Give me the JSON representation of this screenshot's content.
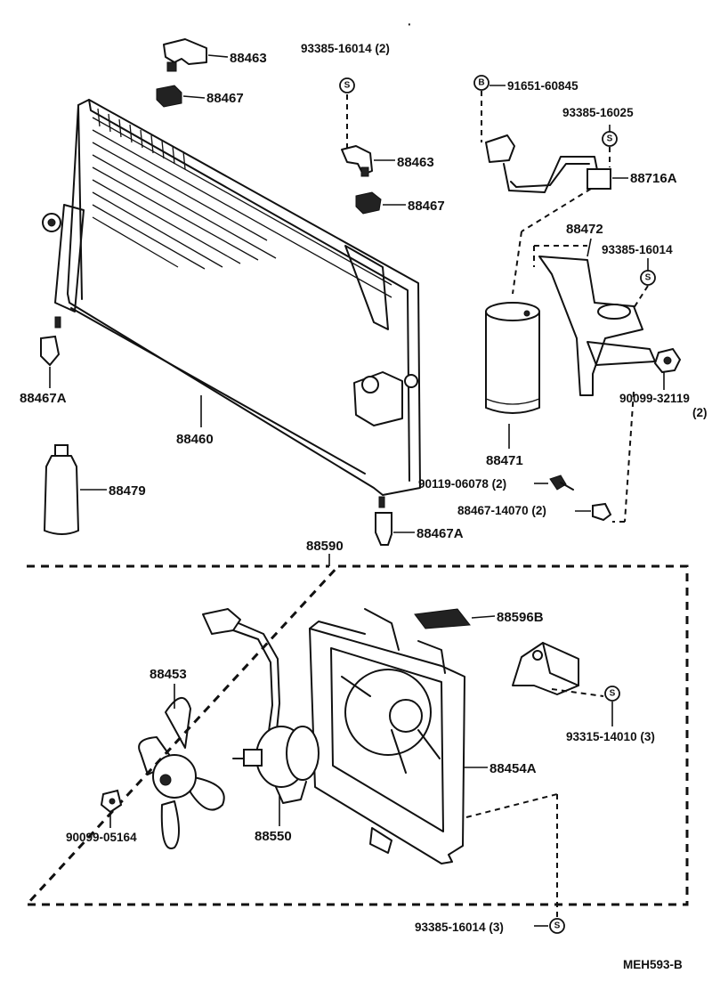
{
  "labels": {
    "p88463_top": "88463",
    "p88467_top": "88467",
    "p93385_16014_top": "93385-16014 (2)",
    "p88463_mid": "88463",
    "p88467_mid": "88467",
    "p91651": "91651-60845",
    "p93385_16025": "93385-16025",
    "p88716A": "88716A",
    "p88472": "88472",
    "p93385_16014_right": "93385-16014",
    "p90099_32119": "90099-32119",
    "p90099_32119_qty": "(2)",
    "p88467A_left": "88467A",
    "p88460": "88460",
    "p88471": "88471",
    "p90119": "90119-06078 (2)",
    "p88467_14070": "88467-14070 (2)",
    "p88479": "88479",
    "p88467A_bottom": "88467A",
    "p88590": "88590",
    "p88596B": "88596B",
    "p88453": "88453",
    "p93315": "93315-14010 (3)",
    "p88454A": "88454A",
    "p90099_05164": "90099-05164",
    "p88550": "88550",
    "p93385_16014_bottom": "93385-16014 (3)",
    "code": "MEH593-B"
  },
  "symbols": {
    "s": "S",
    "b": "B"
  },
  "icons": [
    "condenser-icon",
    "receiver-drier-icon",
    "fan-shroud-icon",
    "fan-blade-icon",
    "fan-motor-icon",
    "pressure-switch-icon",
    "bracket-icon",
    "bolt-icon",
    "nut-icon",
    "cushion-icon",
    "sealant-bottle-icon",
    "relay-icon"
  ]
}
